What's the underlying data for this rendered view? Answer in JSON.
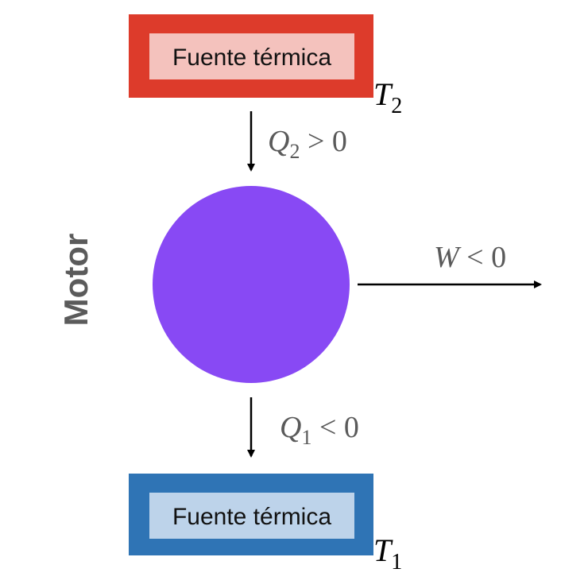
{
  "hot_source": {
    "label": "Fuente térmica",
    "temperature": {
      "symbol": "T",
      "subscript": "2"
    },
    "outer_color": "#dd3b2b",
    "inner_color": "#f4c2bd"
  },
  "cold_source": {
    "label": "Fuente térmica",
    "temperature": {
      "symbol": "T",
      "subscript": "1"
    },
    "outer_color": "#2f74b5",
    "inner_color": "#bdd3ea"
  },
  "heat_in": {
    "symbol": "Q",
    "subscript": "2",
    "relation": " > 0"
  },
  "heat_out": {
    "symbol": "Q",
    "subscript": "1",
    "relation": " < 0"
  },
  "work": {
    "symbol": "W",
    "relation": " < 0"
  },
  "engine": {
    "label": "Motor",
    "color": "#8849f4"
  }
}
